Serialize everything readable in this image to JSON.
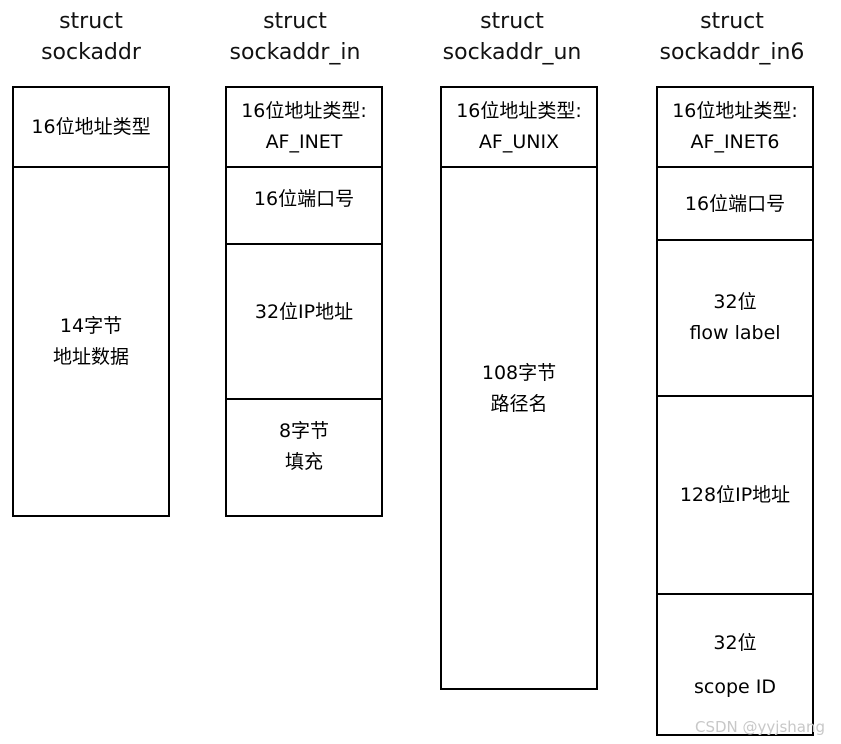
{
  "structs": [
    {
      "title_line1": "struct",
      "title_line2": "sockaddr",
      "fields": [
        "16位地址类型",
        "14字节\n地址数据"
      ]
    },
    {
      "title_line1": "struct",
      "title_line2": "sockaddr_in",
      "fields": [
        "16位地址类型:\nAF_INET",
        "16位端口号",
        "32位IP地址",
        "8字节\n填充"
      ]
    },
    {
      "title_line1": "struct",
      "title_line2": "sockaddr_un",
      "fields": [
        "16位地址类型:\nAF_UNIX",
        "108字节\n路径名"
      ]
    },
    {
      "title_line1": "struct",
      "title_line2": "sockaddr_in6",
      "fields": [
        "16位地址类型:\nAF_INET6",
        "16位端口号",
        "32位\nflow label",
        "128位IP地址",
        "32位\nscope ID"
      ]
    }
  ],
  "watermark": "CSDN @yyjshang"
}
